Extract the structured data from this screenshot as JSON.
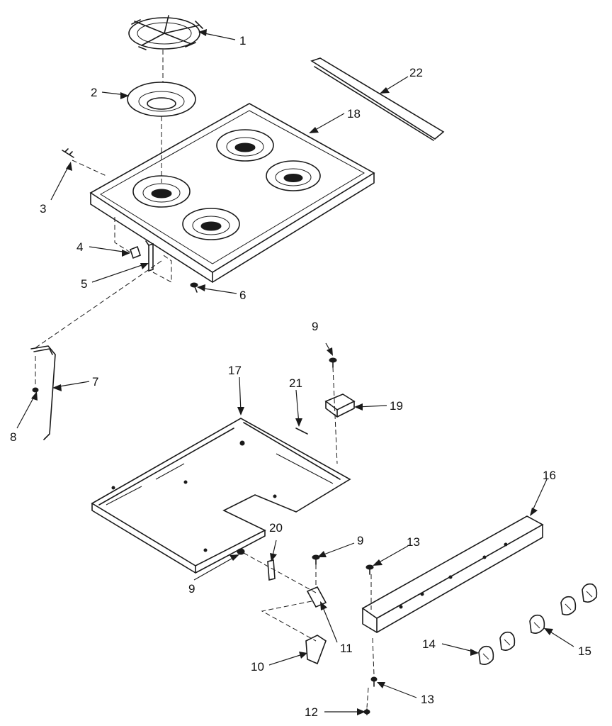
{
  "callouts": [
    {
      "id": "c1",
      "text": "1"
    },
    {
      "id": "c2",
      "text": "2"
    },
    {
      "id": "c3",
      "text": "3"
    },
    {
      "id": "c4",
      "text": "4"
    },
    {
      "id": "c5",
      "text": "5"
    },
    {
      "id": "c6",
      "text": "6"
    },
    {
      "id": "c7",
      "text": "7"
    },
    {
      "id": "c8",
      "text": "8"
    },
    {
      "id": "c9a",
      "text": "9"
    },
    {
      "id": "c9b",
      "text": "9"
    },
    {
      "id": "c9c",
      "text": "9"
    },
    {
      "id": "c10",
      "text": "10"
    },
    {
      "id": "c11",
      "text": "11"
    },
    {
      "id": "c12",
      "text": "12"
    },
    {
      "id": "c13a",
      "text": "13"
    },
    {
      "id": "c13b",
      "text": "13"
    },
    {
      "id": "c14",
      "text": "14"
    },
    {
      "id": "c15",
      "text": "15"
    },
    {
      "id": "c16",
      "text": "16"
    },
    {
      "id": "c17",
      "text": "17"
    },
    {
      "id": "c18",
      "text": "18"
    },
    {
      "id": "c19",
      "text": "19"
    },
    {
      "id": "c20",
      "text": "20"
    },
    {
      "id": "c21",
      "text": "21"
    },
    {
      "id": "c22",
      "text": "22"
    }
  ]
}
